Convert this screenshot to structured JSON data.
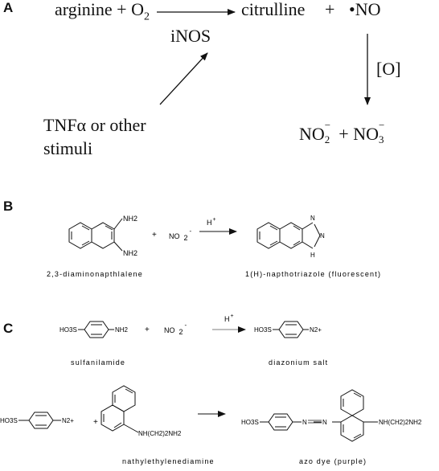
{
  "panel_a": {
    "label": "A",
    "reactant_part1": "arginine + O",
    "reactant_sub": "2",
    "product_citrulline": "citrulline",
    "plus": "+",
    "product_no": "•NO",
    "enzyme": "iNOS",
    "stimuli_line1": "TNFα or other",
    "stimuli_line2": "stimuli",
    "oxidation": "[O]",
    "final_no2": "NO",
    "final_no2_sub": "2",
    "final_no2_sup": "−",
    "final_plus": "+ NO",
    "final_no3_sub": "3",
    "final_no3_sup": "−"
  },
  "panel_b": {
    "label": "B",
    "nh2_top": "NH2",
    "nh2_bottom": "NH2",
    "plus": "+",
    "nitrite": "NO",
    "nitrite_sub": "2",
    "nitrite_sup": "-",
    "acid": "H",
    "acid_sup": "+",
    "triazole_n": "N",
    "triazole_nh": "N",
    "triazole_h": "H",
    "reactant_name": "2,3-diaminonapthlalene",
    "product_name": "1(H)-napthotriazole (fluorescent)"
  },
  "panel_c": {
    "label": "C",
    "hso3": "HO3S",
    "nh2": "NH2",
    "plus": "+",
    "nitrite": "NO",
    "nitrite_sub": "2",
    "nitrite_sup": "-",
    "acid": "H",
    "acid_sup": "+",
    "diazonium_group": "N2+",
    "sulfanilamide_name": "sulfanilamide",
    "diazonium_name": "diazonium salt",
    "amine_chain": "NH(CH2)2NH2",
    "azo_link": "N=N",
    "naphthyl_name": "nathylethylenediamine",
    "azo_name": "azo dye (purple)"
  }
}
